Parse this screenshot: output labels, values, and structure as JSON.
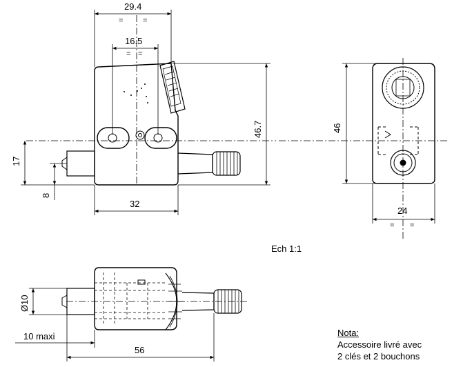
{
  "dimensions": {
    "top_width": "29.4",
    "holes_spacing": "16.5",
    "overall_height": "46.7",
    "axis_height": "17",
    "connector_height": "8",
    "body_width": "32",
    "side_height": "46",
    "side_width": "24",
    "diameter": "Ø10",
    "lens_max": "10 maxi",
    "total_length": "56"
  },
  "symmetry_mark": "=",
  "scale": "Ech 1:1",
  "note": {
    "title": "Nota:",
    "line1": "Accessoire livré avec",
    "line2": "2 clés et 2 bouchons"
  }
}
